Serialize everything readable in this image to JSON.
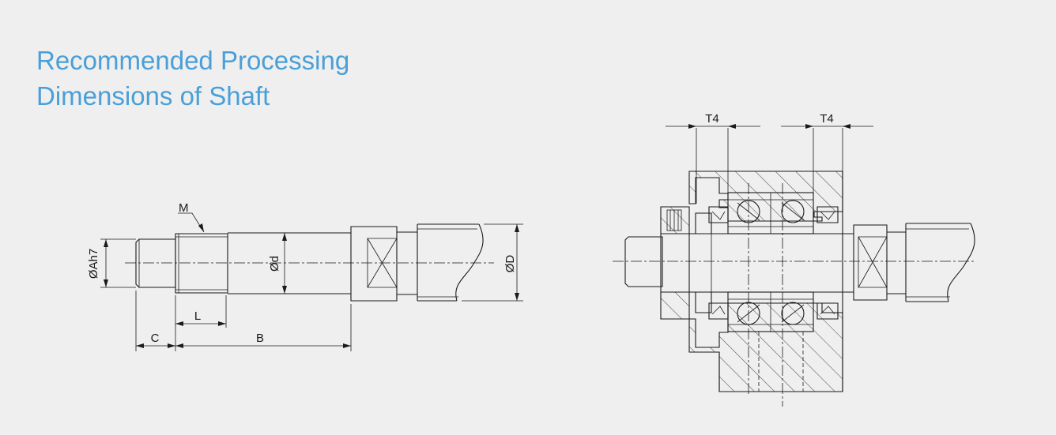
{
  "title": {
    "line1": "Recommended Processing",
    "line2": "Dimensions of Shaft"
  },
  "shaft_view": {
    "labels": {
      "M": "M",
      "A": "ØAh7",
      "d": "Ød",
      "D": "ØD",
      "C": "C",
      "L": "L",
      "B": "B"
    }
  },
  "assembly_view": {
    "labels": {
      "t4_left": "T4",
      "t4_right": "T4"
    }
  },
  "colors": {
    "title": "#4a9fd8",
    "line": "#1a1a1a",
    "background": "#efefef"
  }
}
